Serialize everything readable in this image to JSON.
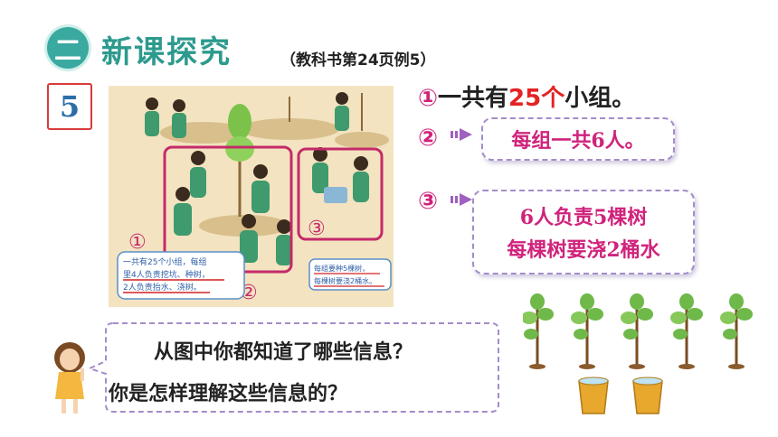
{
  "header": {
    "section_badge": "二",
    "section_title": "新课探究",
    "reference": "（教科书第24页例5）"
  },
  "example_number": "5",
  "scene": {
    "labels": [
      "①",
      "②",
      "③"
    ],
    "note1": [
      "一共有25个小组，每组",
      "里4人负责挖坑、种树，",
      "2人负责抬水、浇树。"
    ],
    "note2": [
      "每组要种5棵树，",
      "每棵树要浇2桶水。"
    ]
  },
  "info": {
    "line1": {
      "num": "①",
      "pre": "一共有",
      "hl": "25个",
      "post": "小组。"
    },
    "line2": {
      "num": "②",
      "text": "每组一共6人。"
    },
    "line3": {
      "num": "③",
      "text1": "6人负责5棵树",
      "text2": "每棵树要浇2桶水"
    }
  },
  "question": {
    "line1": "从图中你都知道了哪些信息？",
    "line2": "你是怎样理解这些信息的？"
  },
  "colors": {
    "teal": "#2d9a8e",
    "magenta": "#d0237c",
    "red": "#e52222",
    "purple": "#a48cc9"
  }
}
